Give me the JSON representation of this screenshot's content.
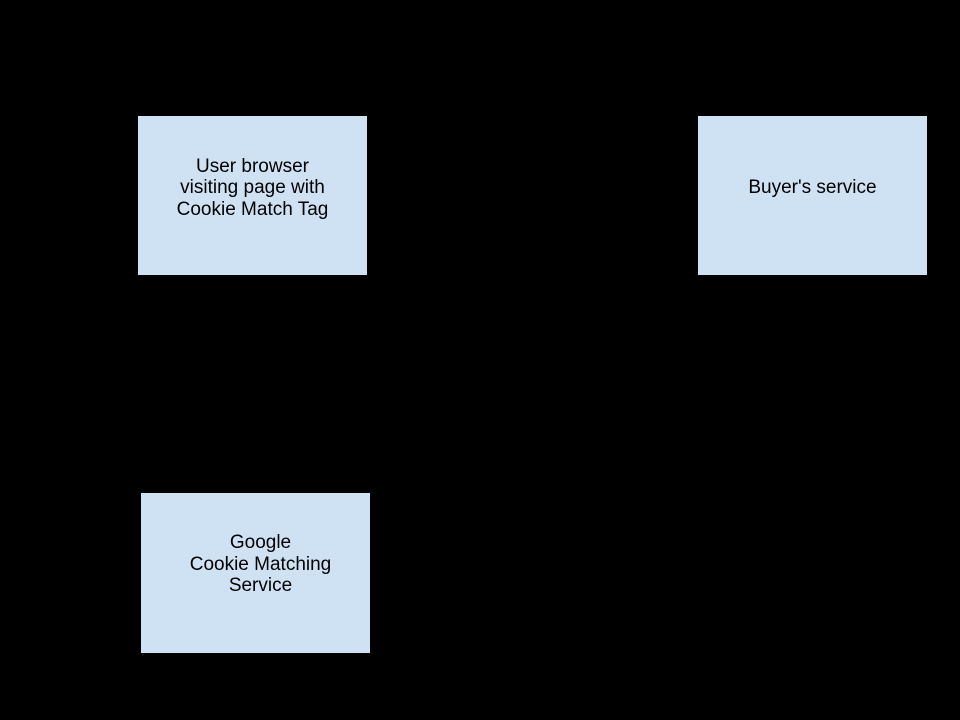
{
  "diagram": {
    "background_color": "#000000",
    "node_fill_color": "#cfe2f3",
    "node_border_color": "#000000",
    "node_text_color": "#000000",
    "nodes": [
      {
        "id": "user-browser",
        "lines": [
          "User browser",
          "visiting page with",
          "Cookie Match Tag"
        ]
      },
      {
        "id": "buyers-service",
        "lines": [
          "Buyer's service"
        ]
      },
      {
        "id": "google-cookie-matching-service",
        "lines": [
          "Google",
          "Cookie Matching",
          "Service"
        ]
      }
    ]
  }
}
